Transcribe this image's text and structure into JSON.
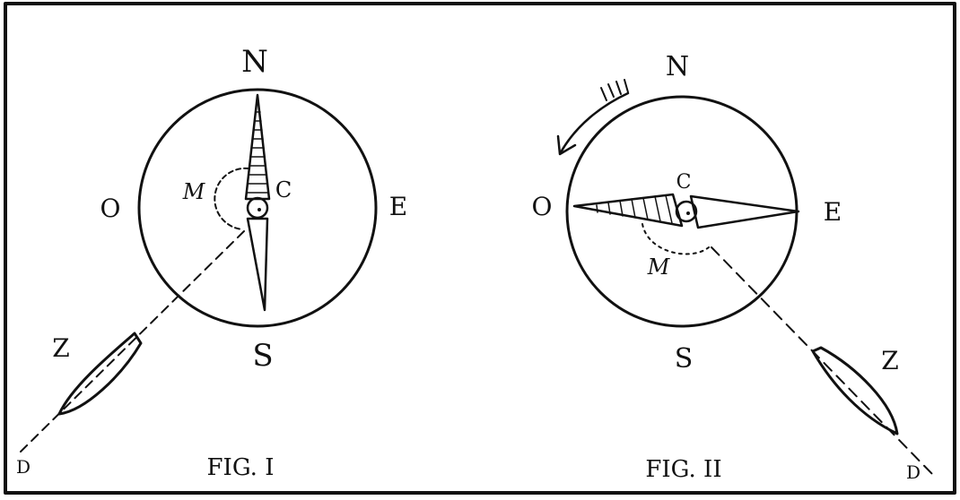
{
  "figures": [
    {
      "caption": "FIG. I",
      "compass": {
        "north": "N",
        "south": "S",
        "east": "E",
        "west": "O"
      },
      "labels": {
        "center": "C",
        "magnet": "M",
        "boat": "Z",
        "direction": "D"
      }
    },
    {
      "caption": "FIG. II",
      "compass": {
        "north": "N",
        "south": "S",
        "east": "E",
        "west": "O"
      },
      "labels": {
        "center": "C",
        "magnet": "M",
        "boat": "Z",
        "direction": "D"
      }
    }
  ],
  "colors": {
    "ink": "#111111",
    "paper": "#ffffff"
  }
}
